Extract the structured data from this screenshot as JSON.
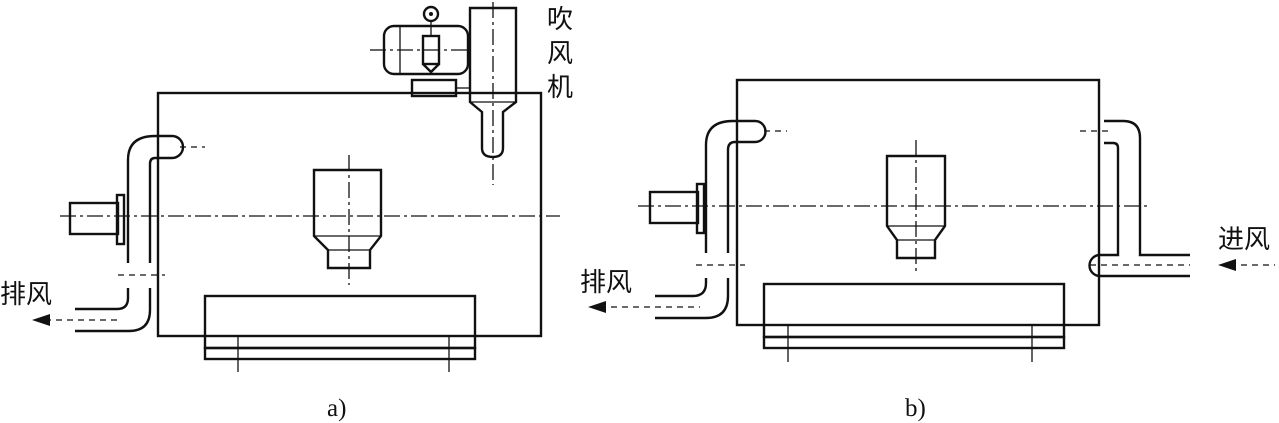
{
  "figure_a": {
    "caption": "a)",
    "blower_label": [
      "吹",
      "风",
      "机"
    ],
    "exhaust_label": "排风"
  },
  "figure_b": {
    "caption": "b)",
    "exhaust_label": "排风",
    "intake_label": "进风"
  }
}
